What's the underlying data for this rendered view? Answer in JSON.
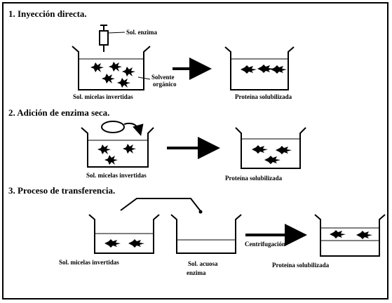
{
  "sections": [
    {
      "title": "1. Inyección directa.",
      "labels": {
        "syringe": "Sol. enzima",
        "solvent_line1": "Solvente",
        "solvent_line2": "orgánico",
        "left_caption": "Sol. micelas invertidas",
        "right_caption": "Proteína solubilizada"
      }
    },
    {
      "title": "2. Adición de enzima seca.",
      "labels": {
        "left_caption": "Sol. micelas invertidas",
        "right_caption": "Proteína solubilizada"
      }
    },
    {
      "title": "3. Proceso de transferencia.",
      "labels": {
        "left_caption": "Sol. micelas invertidas",
        "middle_line1": "Sol. acuosa",
        "middle_line2": "enzima",
        "arrow_label": "Centrifugación",
        "right_caption": "Proteína solubilizada"
      }
    }
  ]
}
